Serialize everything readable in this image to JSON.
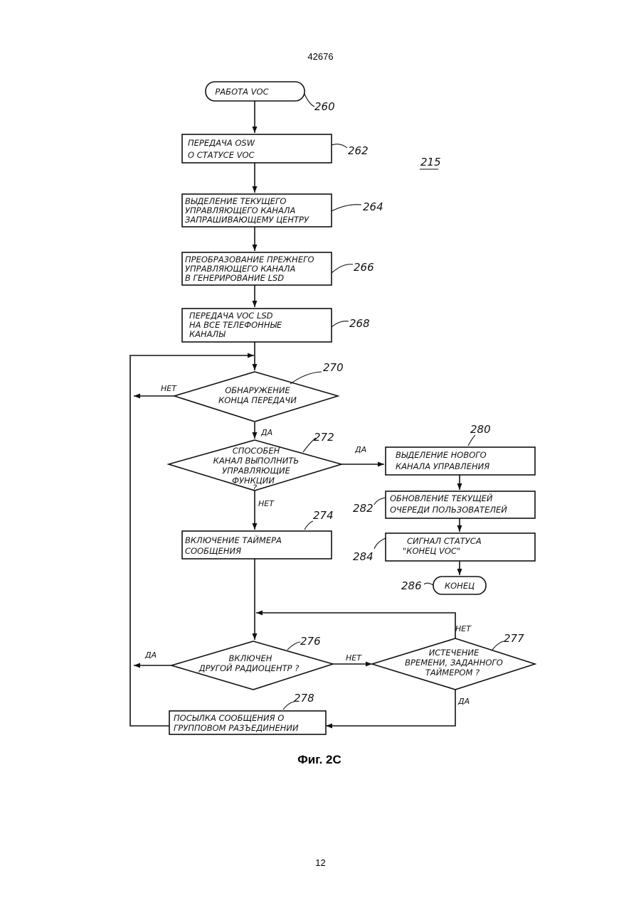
{
  "header": {
    "doc_number": "42676"
  },
  "footer": {
    "page_number": "12"
  },
  "figure": {
    "caption": "Фиг. 2С",
    "diagram_id": "215",
    "nodes": {
      "n260": {
        "ref": "260",
        "lines": [
          "РАБОТА VOC"
        ]
      },
      "n262": {
        "ref": "262",
        "lines": [
          "ПЕРЕДАЧА OSW",
          "О СТАТУСЕ VOC"
        ]
      },
      "n264": {
        "ref": "264",
        "lines": [
          "ВЫДЕЛЕНИЕ ТЕКУЩЕГО",
          "УПРАВЛЯЮЩЕГО КАНАЛА",
          "ЗАПРАШИВАЮЩЕМУ ЦЕНТРУ"
        ]
      },
      "n266": {
        "ref": "266",
        "lines": [
          "ПРЕОБРАЗОВАНИЕ ПРЕЖНЕГО",
          "УПРАВЛЯЮЩЕГО КАНАЛА",
          "В ГЕНЕРИРОВАНИЕ LSD"
        ]
      },
      "n268": {
        "ref": "268",
        "lines": [
          "ПЕРЕДАЧА VOC LSD",
          "НА ВСЕ ТЕЛЕФОННЫЕ",
          "КАНАЛЫ"
        ]
      },
      "n270": {
        "ref": "270",
        "lines": [
          "ОБНАРУЖЕНИЕ",
          "КОНЦА ПЕРЕДАЧИ"
        ]
      },
      "n272": {
        "ref": "272",
        "lines": [
          "СПОСОБЕН",
          "КАНАЛ ВЫПОЛНИТЬ",
          "УПРАВЛЯЮЩИЕ",
          "ФУНКЦИИ"
        ],
        "qmark": "?"
      },
      "n274": {
        "ref": "274",
        "lines": [
          "ВКЛЮЧЕНИЕ ТАЙМЕРА",
          "СООБЩЕНИЯ"
        ]
      },
      "n276": {
        "ref": "276",
        "lines": [
          "ВКЛЮЧЕН",
          "ДРУГОЙ РАДИОЦЕНТР ?"
        ]
      },
      "n277": {
        "ref": "277",
        "lines": [
          "ИСТЕЧЕНИЕ",
          "ВРЕМЕНИ, ЗАДАННОГО",
          "ТАЙМЕРОМ ?"
        ]
      },
      "n278": {
        "ref": "278",
        "lines": [
          "ПОСЫЛКА СООБЩЕНИЯ О",
          "ГРУППОВОМ РАЗЪЕДИНЕНИИ"
        ]
      },
      "n280": {
        "ref": "280",
        "lines": [
          "ВЫДЕЛЕНИЕ НОВОГО",
          "КАНАЛА УПРАВЛЕНИЯ"
        ]
      },
      "n282": {
        "ref": "282",
        "lines": [
          "ОБНОВЛЕНИЕ ТЕКУЩЕЙ",
          "ОЧЕРЕДИ ПОЛЬЗОВАТЕЛЕЙ"
        ]
      },
      "n284": {
        "ref": "284",
        "lines": [
          "СИГНАЛ СТАТУСА",
          "\"КОНЕЦ VOC\""
        ]
      },
      "n286": {
        "ref": "286",
        "lines": [
          "КОНЕЦ"
        ]
      }
    },
    "edge_labels": {
      "no_270": "НЕТ",
      "yes_270": "ДА",
      "yes_272": "ДА",
      "no_272": "НЕТ",
      "yes_276": "ДА",
      "no_276": "НЕТ",
      "no_277": "НЕТ",
      "yes_277": "ДА"
    }
  }
}
